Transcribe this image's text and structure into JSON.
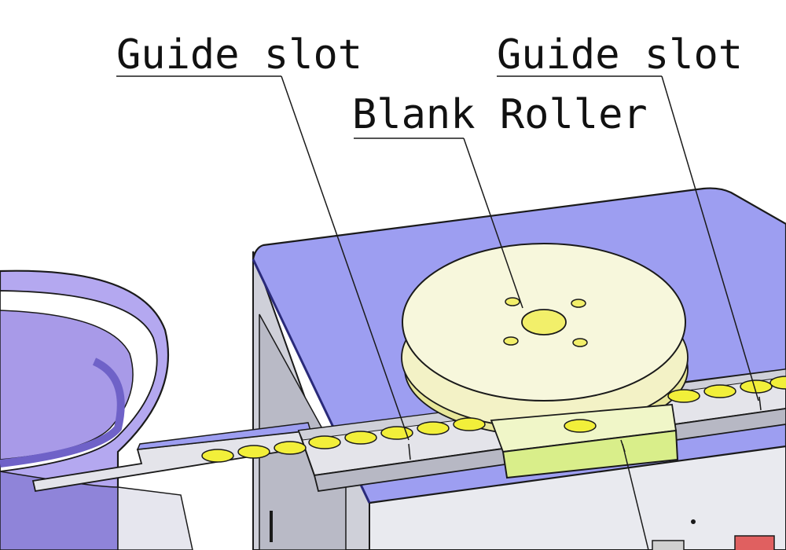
{
  "labels": {
    "guide_slot_left": "Guide slot",
    "guide_slot_right": "Guide slot",
    "blank_roller": "Blank Roller"
  },
  "colors": {
    "machine_top": "#9d9ef1",
    "machine_side": "#d4d5dd",
    "machine_front": "#e8e9ee",
    "roller_disc": "#f7f7d6",
    "roller_rim": "#e8e79a",
    "blank_yellow": "#f2ef3a",
    "guide_rail": "#e4e4ea",
    "bowl_purple": "#b4a8f0",
    "slider_green": "#d9ee8a",
    "outline": "#1a1a1a"
  }
}
